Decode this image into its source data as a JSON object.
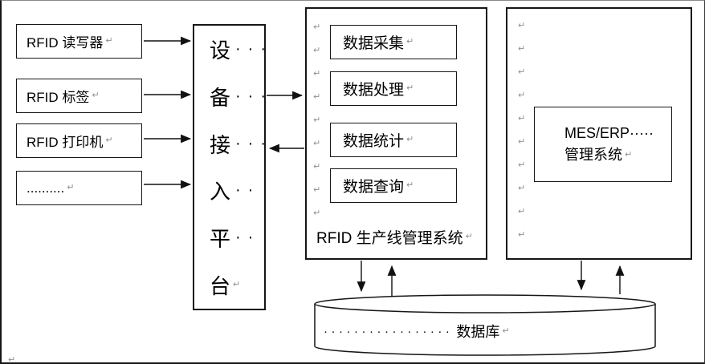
{
  "glyphs": {
    "return_mark": "↵"
  },
  "devices": [
    {
      "label": "RFID 读写器"
    },
    {
      "label": "RFID 标签"
    },
    {
      "label": "RFID 打印机"
    },
    {
      "label": ".........."
    }
  ],
  "platform": {
    "lines": [
      {
        "char": "设",
        "dots": "···"
      },
      {
        "char": "备",
        "dots": "···"
      },
      {
        "char": "接",
        "dots": "···"
      },
      {
        "char": "入",
        "dots": "··"
      },
      {
        "char": "平",
        "dots": "··"
      },
      {
        "char": "台",
        "dots": ""
      }
    ]
  },
  "main_system": {
    "modules": [
      {
        "label": "数据采集"
      },
      {
        "label": "数据处理"
      },
      {
        "label": "数据统计"
      },
      {
        "label": "数据查询"
      }
    ],
    "caption": "RFID 生产线管理系统"
  },
  "mes": {
    "line1": "MES/ERP·····",
    "line2": "管理系统"
  },
  "database": {
    "dots": "·················",
    "label": "数据库"
  }
}
